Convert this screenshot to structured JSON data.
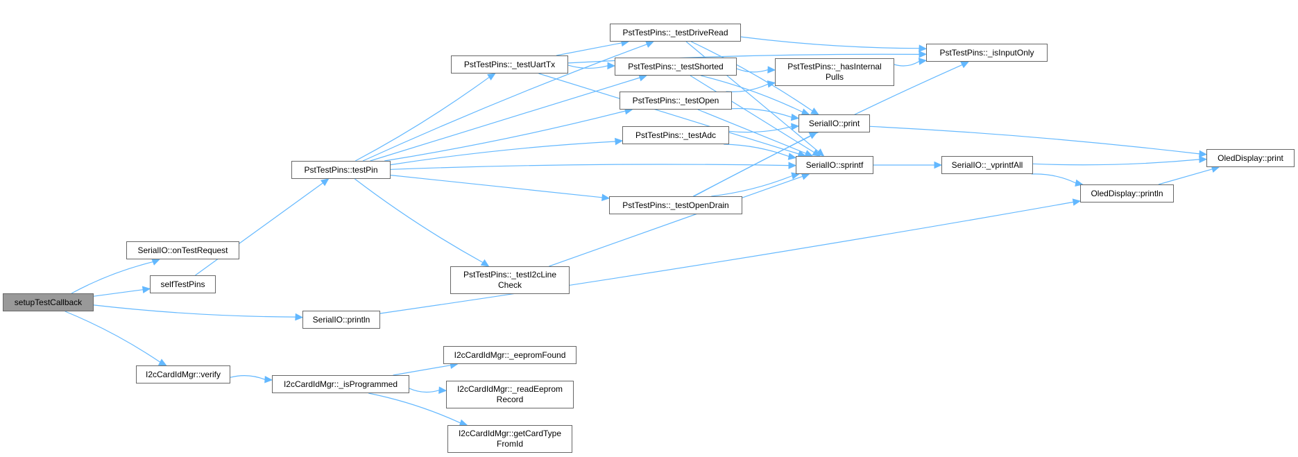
{
  "diagram": {
    "type": "call-graph",
    "edge_color": "#63b8ff",
    "node_border_color": "#666666",
    "root_fill_color": "#999999",
    "nodes": [
      {
        "id": "setupTestCallback",
        "lines": [
          "setupTestCallback"
        ],
        "root": true
      },
      {
        "id": "onTestRequest",
        "lines": [
          "SerialIO::onTestRequest"
        ]
      },
      {
        "id": "selfTestPins",
        "lines": [
          "selfTestPins"
        ]
      },
      {
        "id": "testPin",
        "lines": [
          "PstTestPins::testPin"
        ]
      },
      {
        "id": "serialPrintln",
        "lines": [
          "SerialIO::println"
        ]
      },
      {
        "id": "verify",
        "lines": [
          "I2cCardIdMgr::verify"
        ]
      },
      {
        "id": "isProgrammed",
        "lines": [
          "I2cCardIdMgr::_isProgrammed"
        ]
      },
      {
        "id": "eepromFound",
        "lines": [
          "I2cCardIdMgr::_eepromFound"
        ]
      },
      {
        "id": "readEepromRecord",
        "lines": [
          "I2cCardIdMgr::_readEeprom",
          "Record"
        ]
      },
      {
        "id": "getCardTypeFromId",
        "lines": [
          "I2cCardIdMgr::getCardType",
          "FromId"
        ]
      },
      {
        "id": "testUartTx",
        "lines": [
          "PstTestPins::_testUartTx"
        ]
      },
      {
        "id": "testI2cLineCheck",
        "lines": [
          "PstTestPins::_testI2cLine",
          "Check"
        ]
      },
      {
        "id": "testDriveRead",
        "lines": [
          "PstTestPins::_testDriveRead"
        ]
      },
      {
        "id": "testShorted",
        "lines": [
          "PstTestPins::_testShorted"
        ]
      },
      {
        "id": "testOpen",
        "lines": [
          "PstTestPins::_testOpen"
        ]
      },
      {
        "id": "testAdc",
        "lines": [
          "PstTestPins::_testAdc"
        ]
      },
      {
        "id": "testOpenDrain",
        "lines": [
          "PstTestPins::_testOpenDrain"
        ]
      },
      {
        "id": "hasInternalPulls",
        "lines": [
          "PstTestPins::_hasInternal",
          "Pulls"
        ]
      },
      {
        "id": "isInputOnly",
        "lines": [
          "PstTestPins::_isInputOnly"
        ]
      },
      {
        "id": "serialPrint",
        "lines": [
          "SerialIO::print"
        ]
      },
      {
        "id": "serialSprintf",
        "lines": [
          "SerialIO::sprintf"
        ]
      },
      {
        "id": "vprintfAll",
        "lines": [
          "SerialIO::_vprintfAll"
        ]
      },
      {
        "id": "oledPrint",
        "lines": [
          "OledDisplay::print"
        ]
      },
      {
        "id": "oledPrintln",
        "lines": [
          "OledDisplay::println"
        ]
      }
    ],
    "edges": [
      [
        "setupTestCallback",
        "onTestRequest"
      ],
      [
        "setupTestCallback",
        "selfTestPins"
      ],
      [
        "setupTestCallback",
        "serialPrintln"
      ],
      [
        "setupTestCallback",
        "verify"
      ],
      [
        "selfTestPins",
        "testPin"
      ],
      [
        "testPin",
        "testUartTx"
      ],
      [
        "testPin",
        "testDriveRead"
      ],
      [
        "testPin",
        "testShorted"
      ],
      [
        "testPin",
        "testOpen"
      ],
      [
        "testPin",
        "testAdc"
      ],
      [
        "testPin",
        "testOpenDrain"
      ],
      [
        "testPin",
        "testI2cLineCheck"
      ],
      [
        "testPin",
        "serialSprintf"
      ],
      [
        "testUartTx",
        "testDriveRead"
      ],
      [
        "testUartTx",
        "testShorted"
      ],
      [
        "testUartTx",
        "isInputOnly"
      ],
      [
        "testUartTx",
        "serialSprintf"
      ],
      [
        "testDriveRead",
        "isInputOnly"
      ],
      [
        "testDriveRead",
        "serialPrint"
      ],
      [
        "testDriveRead",
        "serialSprintf"
      ],
      [
        "testShorted",
        "hasInternalPulls"
      ],
      [
        "testShorted",
        "serialPrint"
      ],
      [
        "testShorted",
        "serialSprintf"
      ],
      [
        "testOpen",
        "hasInternalPulls"
      ],
      [
        "testOpen",
        "serialPrint"
      ],
      [
        "testOpen",
        "serialSprintf"
      ],
      [
        "testAdc",
        "serialPrint"
      ],
      [
        "testAdc",
        "serialSprintf"
      ],
      [
        "testOpenDrain",
        "serialPrint"
      ],
      [
        "testOpenDrain",
        "serialSprintf"
      ],
      [
        "testOpenDrain",
        "isInputOnly"
      ],
      [
        "testI2cLineCheck",
        "serialSprintf"
      ],
      [
        "hasInternalPulls",
        "isInputOnly"
      ],
      [
        "serialPrint",
        "oledPrint"
      ],
      [
        "serialSprintf",
        "vprintfAll"
      ],
      [
        "vprintfAll",
        "oledPrint"
      ],
      [
        "vprintfAll",
        "oledPrintln"
      ],
      [
        "oledPrintln",
        "oledPrint"
      ],
      [
        "serialPrintln",
        "oledPrintln"
      ],
      [
        "verify",
        "isProgrammed"
      ],
      [
        "isProgrammed",
        "eepromFound"
      ],
      [
        "isProgrammed",
        "readEepromRecord"
      ],
      [
        "isProgrammed",
        "getCardTypeFromId"
      ]
    ]
  }
}
